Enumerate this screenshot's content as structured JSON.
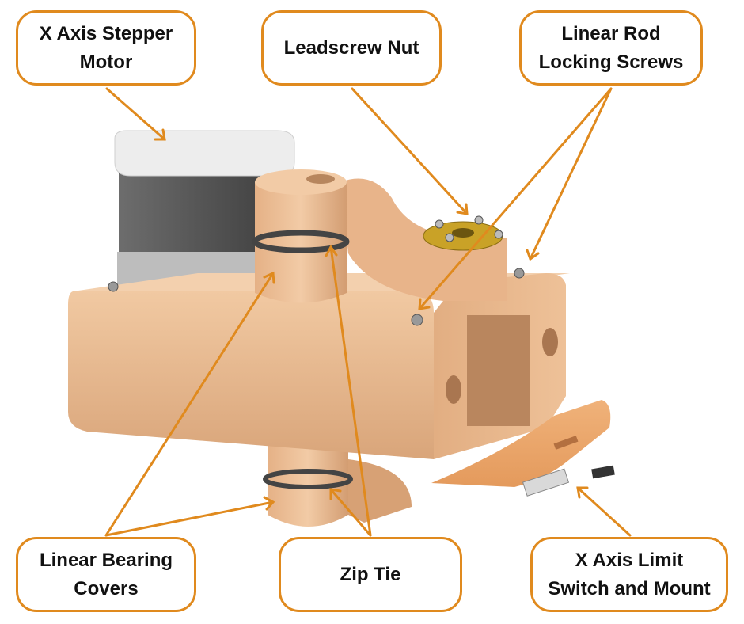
{
  "callouts": {
    "motor": "X Axis Stepper\nMotor",
    "nut": "Leadscrew Nut",
    "rods": "Linear Rod\nLocking Screws",
    "bearing": "Linear Bearing\nCovers",
    "zip": "Zip Tie",
    "switch": "X Axis Limit\nSwitch and Mount"
  },
  "colors": {
    "accent": "#e08a1e",
    "part": "#e8b98e",
    "motor_body": "#5a5a5a",
    "motor_cap": "#efefef",
    "nut": "#c9a227"
  }
}
